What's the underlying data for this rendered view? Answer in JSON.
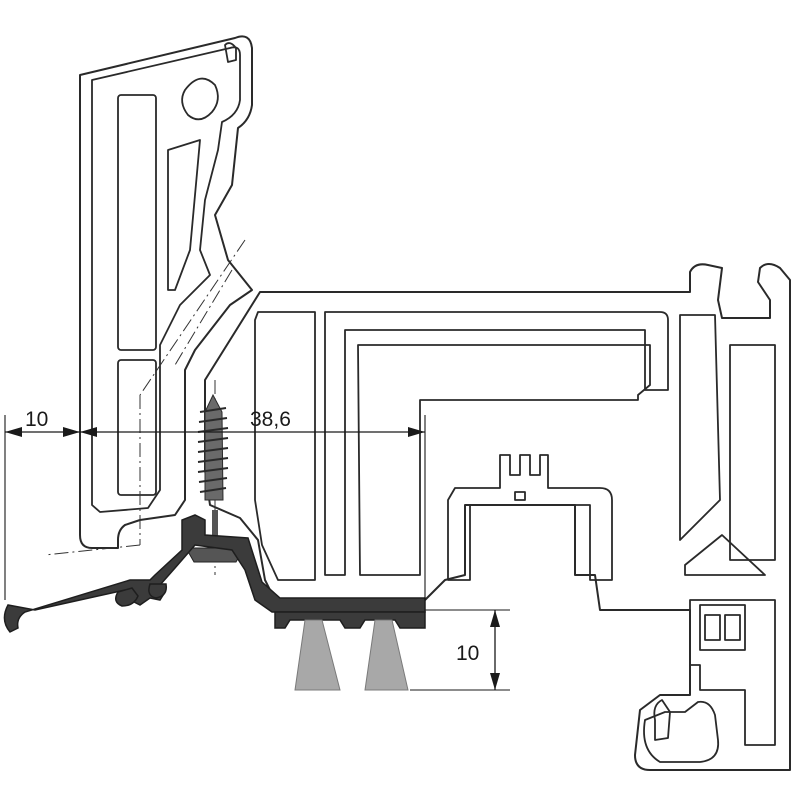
{
  "dimensions": {
    "left_offset_label": "10",
    "width_label": "38,6",
    "brush_height_label": "10"
  },
  "colors": {
    "profile_stroke": "#2a2a2a",
    "gasket_fill": "#3b3b3b",
    "brush_fill": "#a8a8a8"
  },
  "components": {
    "screw": "screw-icon",
    "brush_seals": 2
  }
}
